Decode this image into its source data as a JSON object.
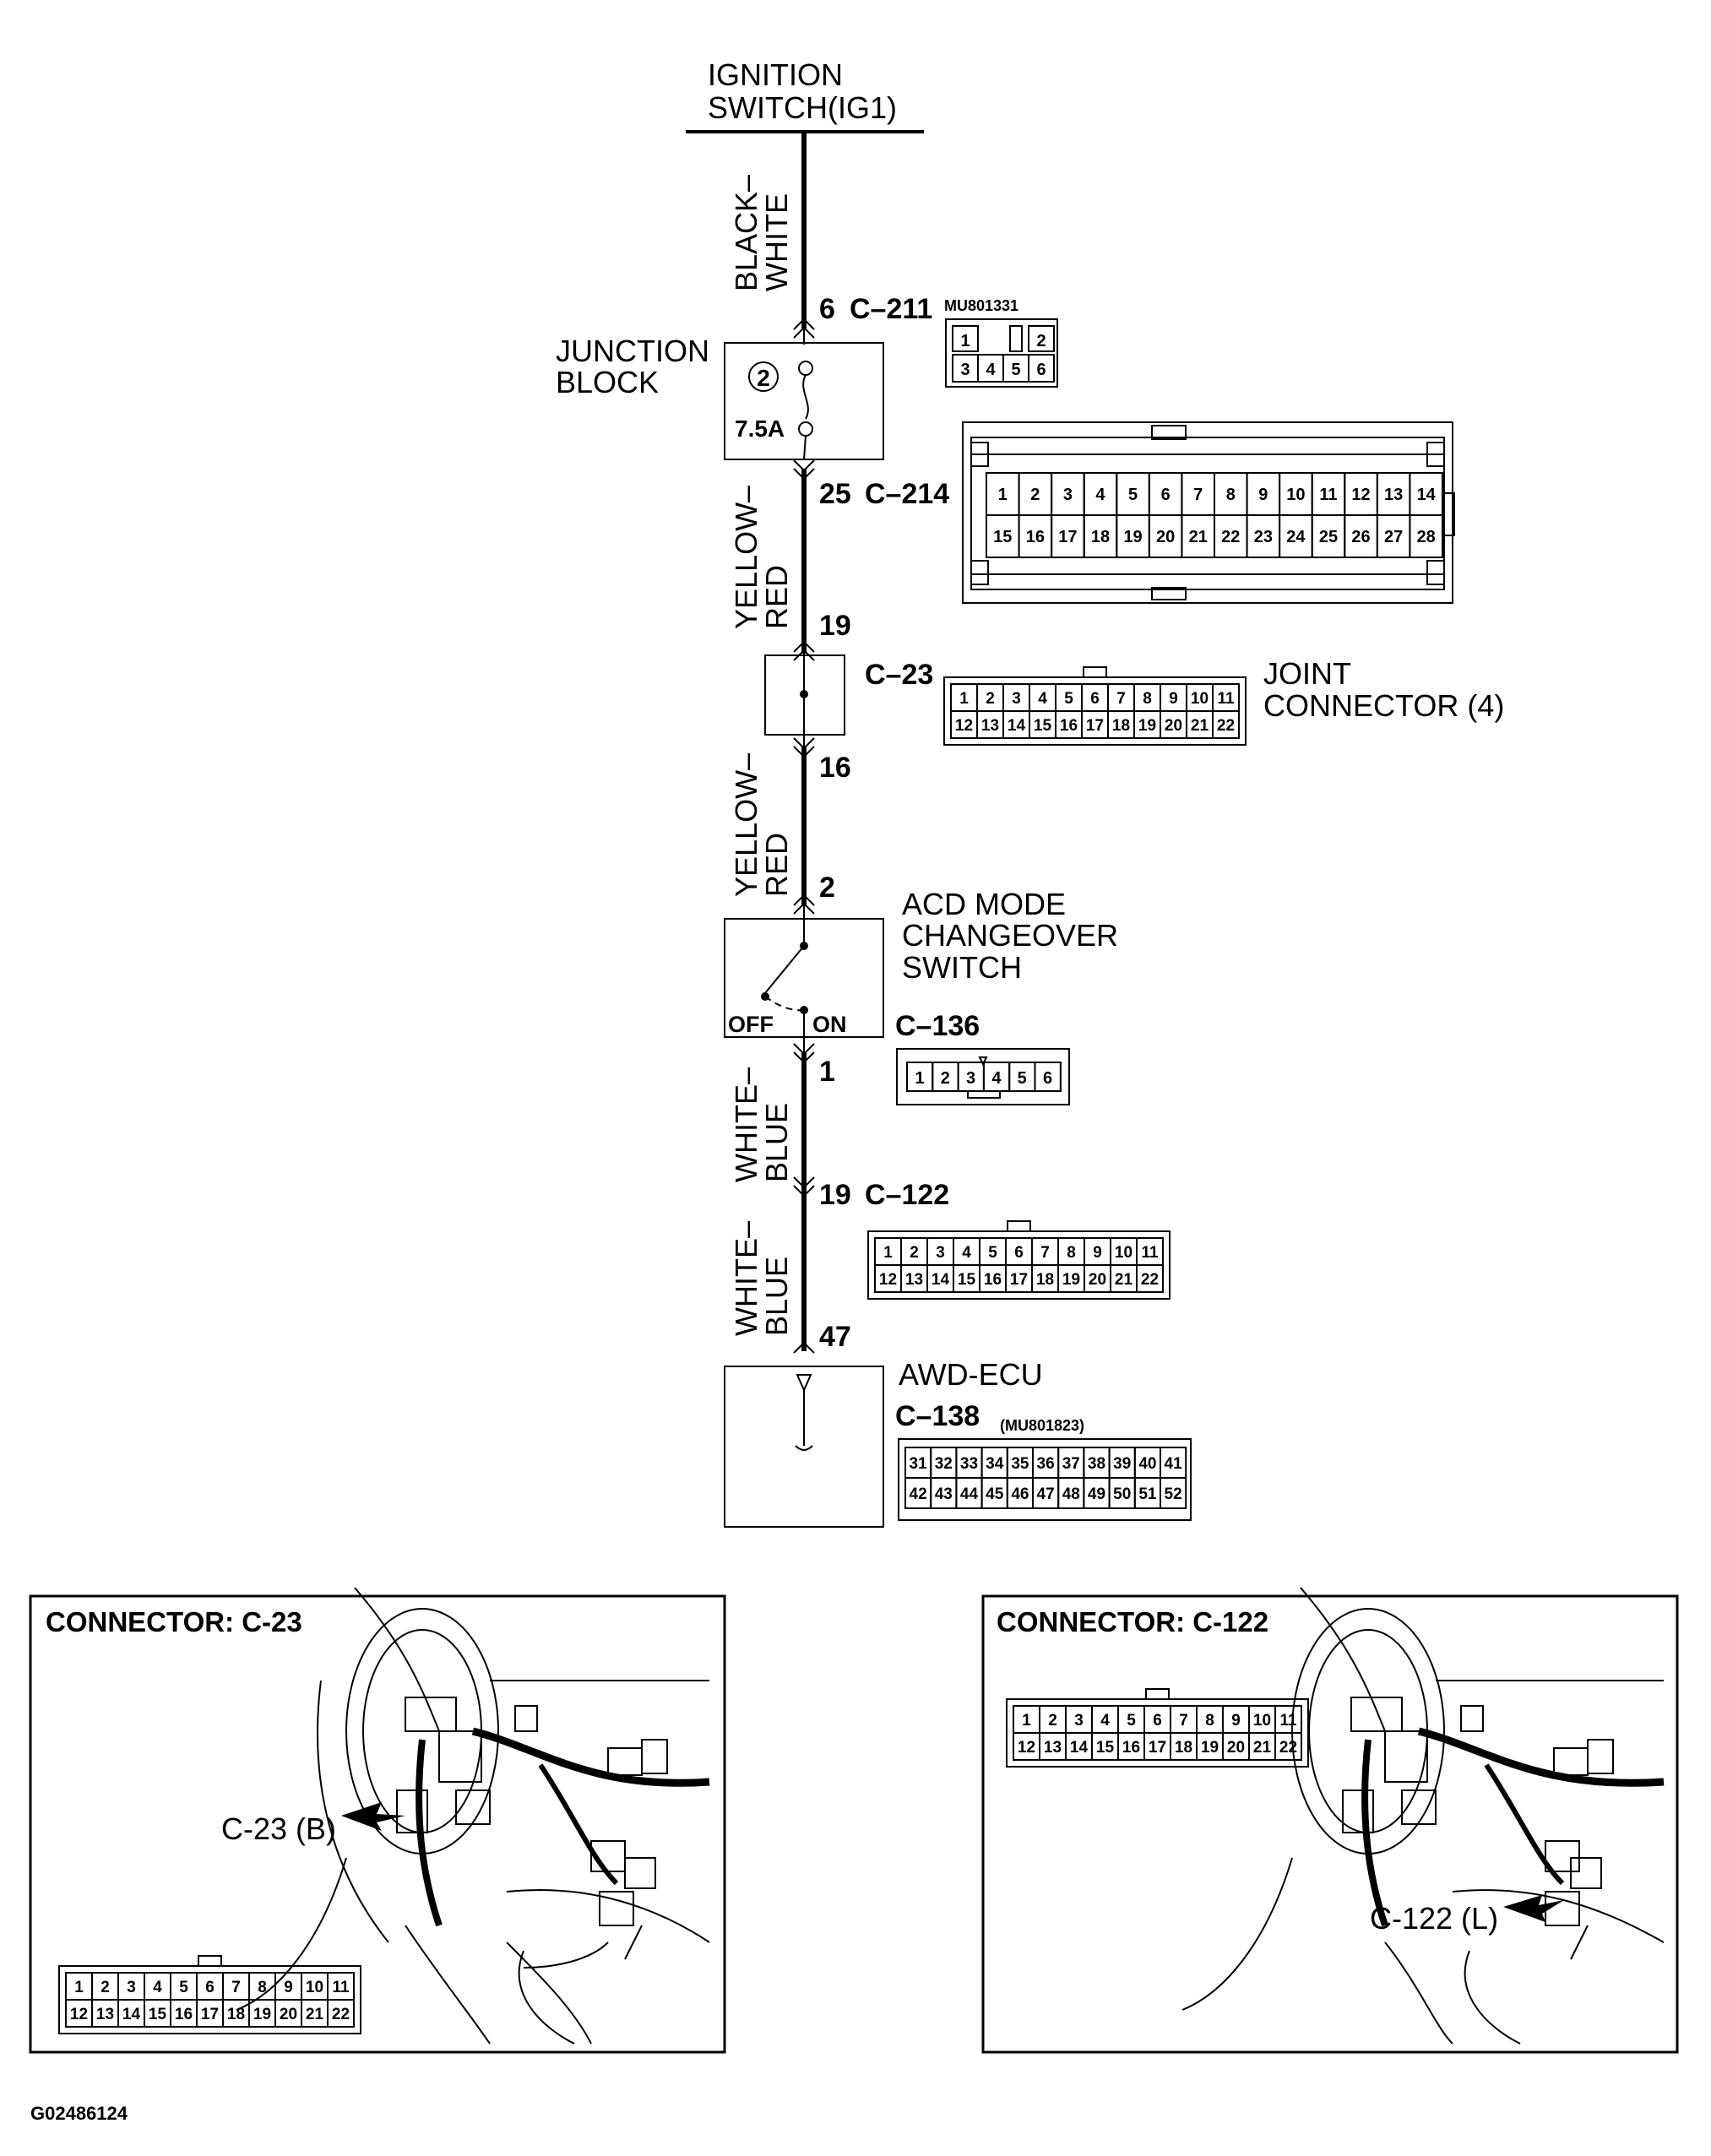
{
  "ignition_label": [
    "IGNITION",
    "SWITCH(IG1)"
  ],
  "wires": [
    {
      "id": "w1",
      "color_lines": [
        "BLACK–",
        "WHITE"
      ]
    },
    {
      "id": "w2",
      "color_lines": [
        "YELLOW–",
        "RED"
      ]
    },
    {
      "id": "w3",
      "color_lines": [
        "YELLOW–",
        "RED"
      ]
    },
    {
      "id": "w4",
      "color_lines": [
        "WHITE–",
        "BLUE"
      ]
    },
    {
      "id": "w5",
      "color_lines": [
        "WHITE–",
        "BLUE"
      ]
    }
  ],
  "junction_block": {
    "label": [
      "JUNCTION",
      "BLOCK"
    ],
    "fuse_number": "2",
    "fuse_rating": "7.5A"
  },
  "pins": {
    "c211_pin": "6",
    "c211_name": "C–211",
    "c211_part": "MU801331",
    "c214_pin": "25",
    "c214_name": "C–214",
    "c23_in": "19",
    "c23_out": "16",
    "c23_name": "C–23",
    "acd_in": "2",
    "acd_out": "1",
    "c136_name": "C–136",
    "c122_pin": "19",
    "c122_name": "C–122",
    "ecu_pin": "47",
    "c138_name": "C–138",
    "c138_part": "(MU801823)"
  },
  "joint_connector": [
    "JOINT",
    "CONNECTOR (4)"
  ],
  "acd_switch": {
    "label": [
      "ACD MODE",
      "CHANGEOVER",
      "SWITCH"
    ],
    "off": "OFF",
    "on": "ON"
  },
  "awd_ecu": "AWD-ECU",
  "connector_pins": {
    "c211": [
      [
        "1",
        "",
        "2"
      ],
      [
        "3",
        "4",
        "5",
        "6"
      ]
    ],
    "c214": [
      [
        "1",
        "2",
        "3",
        "4",
        "5",
        "6",
        "7",
        "8",
        "9",
        "10",
        "11",
        "12",
        "13",
        "14"
      ],
      [
        "15",
        "16",
        "17",
        "18",
        "19",
        "20",
        "21",
        "22",
        "23",
        "24",
        "25",
        "26",
        "27",
        "28"
      ]
    ],
    "c22pin": [
      [
        "1",
        "2",
        "3",
        "4",
        "5",
        "6",
        "7",
        "8",
        "9",
        "10",
        "11"
      ],
      [
        "12",
        "13",
        "14",
        "15",
        "16",
        "17",
        "18",
        "19",
        "20",
        "21",
        "22"
      ]
    ],
    "c136": [
      "1",
      "2",
      "3",
      "4",
      "5",
      "6"
    ],
    "c138": [
      [
        "31",
        "32",
        "33",
        "34",
        "35",
        "36",
        "37",
        "38",
        "39",
        "40",
        "41"
      ],
      [
        "42",
        "43",
        "44",
        "45",
        "46",
        "47",
        "48",
        "49",
        "50",
        "51",
        "52"
      ]
    ]
  },
  "frames": [
    {
      "title": "CONNECTOR: C-23",
      "callout": "C-23 (B)"
    },
    {
      "title": "CONNECTOR: C-122",
      "callout": "C-122 (L)"
    }
  ],
  "figure_id": "G02486124"
}
